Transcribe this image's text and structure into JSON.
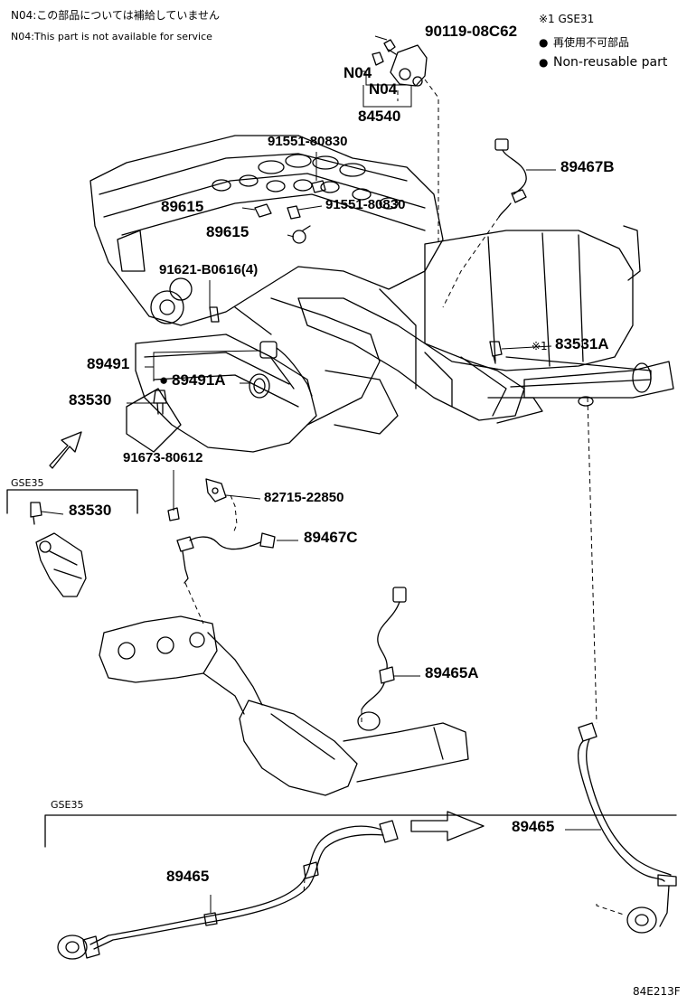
{
  "notes": {
    "jp": "N04:この部品については補給していません",
    "en": "N04:This part is not available for service",
    "gse31": "※1 GSE31",
    "bullet": "●",
    "nonreusable_jp": "再使用不可部品",
    "nonreusable_en": "Non-reusable part"
  },
  "labels": {
    "p90119": "90119-08C62",
    "n04a": "N04",
    "n04b": "N04",
    "p84540": "84540",
    "p91551a": "91551-80830",
    "p89467b": "89467B",
    "p89615a": "89615",
    "p91551b": "91551-80830",
    "p89615b": "89615",
    "p91621": "91621-B0616(4)",
    "mark1": "※1",
    "p83531a": "83531A",
    "p89491": "89491",
    "p89491a": "89491A",
    "p83530": "83530",
    "p91673": "91673-80612",
    "p82715": "82715-22850",
    "p89467c": "89467C",
    "gse35a": "GSE35",
    "p83530b": "83530",
    "p89465a": "89465A",
    "gse35b": "GSE35",
    "p89465": "89465",
    "p89465b": "89465",
    "code": "84E213F"
  }
}
